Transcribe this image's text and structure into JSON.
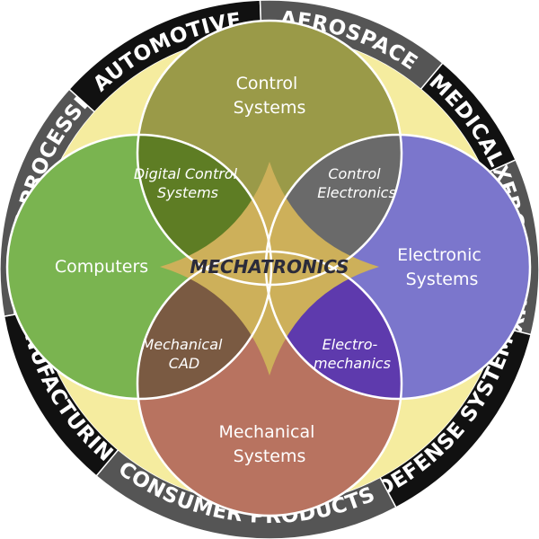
{
  "ring_segments": [
    {
      "id": "automotive",
      "label": "AUTOMOTIVE",
      "fill": "#111111",
      "text": "#ffffff"
    },
    {
      "id": "aerospace",
      "label": "AEROSPACE",
      "fill": "#555555",
      "text": "#ffffff"
    },
    {
      "id": "medical",
      "label": "MEDICAL",
      "fill": "#111111",
      "text": "#ffffff"
    },
    {
      "id": "xerography",
      "label": "XEROGRAPHY",
      "fill": "#555555",
      "text": "#ffffff"
    },
    {
      "id": "defense-systems",
      "label": "DEFENSE SYSTEMS",
      "fill": "#111111",
      "text": "#ffffff"
    },
    {
      "id": "consumer-products",
      "label": "CONSUMER PRODUCTS",
      "fill": "#555555",
      "text": "#ffffff"
    },
    {
      "id": "manufacturing",
      "label": "MANUFACTURING",
      "fill": "#111111",
      "text": "#ffffff"
    },
    {
      "id": "materials-processing",
      "label": "MATERIALS PROCESSING",
      "fill": "#555555",
      "text": "#ffffff"
    }
  ],
  "circles": {
    "control_systems": {
      "lines": [
        "Control",
        "Systems"
      ],
      "fill": "#9a9a48"
    },
    "electronic_systems": {
      "lines": [
        "Electronic",
        "Systems"
      ],
      "fill": "#7b76cc"
    },
    "mechanical_systems": {
      "lines": [
        "Mechanical",
        "Systems"
      ],
      "fill": "#b87360"
    },
    "computers": {
      "lines": [
        "Computers"
      ],
      "fill": "#7ab450"
    }
  },
  "overlaps": {
    "digital_control_systems": {
      "lines": [
        "Digital Control",
        "Systems"
      ],
      "fill": "#5e7d24"
    },
    "control_electronics": {
      "lines": [
        "Control",
        "Electronics"
      ],
      "fill": "#6a6a6a"
    },
    "electro_mechanics": {
      "lines": [
        "Electro-",
        "mechanics"
      ],
      "fill": "#5e3aad"
    },
    "mechanical_cad": {
      "lines": [
        "Mechanical",
        "CAD"
      ],
      "fill": "#7a5a42"
    }
  },
  "center": {
    "label": "MECHATRONICS",
    "fill": "#cdb05a"
  },
  "colors": {
    "background_ring": "#f5ec9f",
    "outline": "#ffffff"
  }
}
